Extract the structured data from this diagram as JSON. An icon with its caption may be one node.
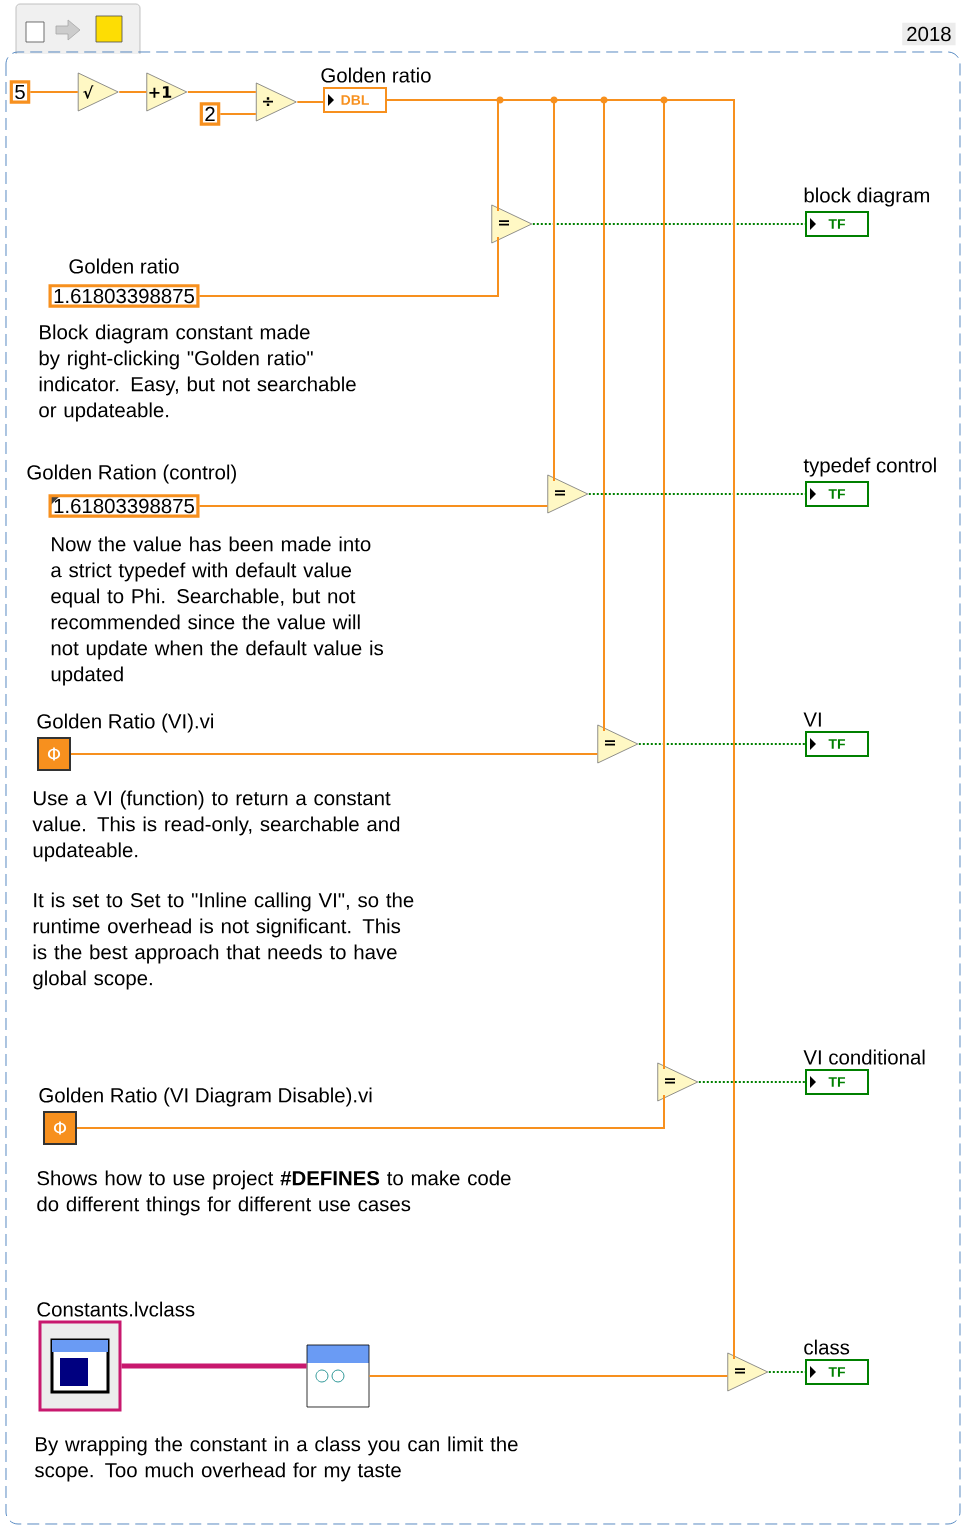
{
  "diagram": {
    "nodes": [
      {
        "text": [
          "5"
        ]
      },
      {
        "text": [
          "√"
        ]
      },
      {
        "text": [
          "+1"
        ]
      },
      {
        "text": [
          "2"
        ]
      },
      {
        "text": [
          "÷"
        ]
      },
      {
        "text": [
          "Golden ratio",
          "DBL"
        ]
      },
      {
        "text": [
          "Golden ratio",
          "1.61803398875"
        ],
        "beside": [
          "Block diagram constant made by right-clicking \"Golden ratio\" indicator. Easy, but not searchable or updateable."
        ]
      },
      {
        "text": [
          "="
        ]
      },
      {
        "text": [
          "block diagram",
          "TF"
        ]
      },
      {
        "text": [
          "Golden Ration (control)",
          "1.61803398875"
        ],
        "beside": [
          "Now the value has been made into a strict typedef with default value equal to Phi. Searchable, but not recommended since the value will not update when the default value is updated"
        ]
      },
      {
        "text": [
          "="
        ]
      },
      {
        "text": [
          "typedef control",
          "TF"
        ]
      },
      {
        "text": [
          "Golden Ratio (VI).vi",
          "Φ"
        ],
        "beside": [
          "Use a VI (function) to return a constant value. This is read-only, searchable and updateable.",
          "It is set to Set to \"Inline calling VI\", so the runtime overhead is not significant. This is the best approach that needs to have global scope."
        ]
      },
      {
        "text": [
          "="
        ]
      },
      {
        "text": [
          "VI",
          "TF"
        ]
      },
      {
        "text": [
          "Golden Ratio (VI Diagram Disable).vi",
          "Φ"
        ],
        "beside": [
          "Shows how to use project **#DEFINES** to make code do different things for different use cases"
        ]
      },
      {
        "text": [
          "="
        ]
      },
      {
        "text": [
          "VI conditional",
          "TF"
        ]
      },
      {
        "text": [
          "Constants.lvclass"
        ],
        "beside": [
          "By wrapping the constant in a class you can limit the scope. Too much overhead for my taste"
        ]
      },
      {
        "text": [],
        "shape": "box"
      },
      {
        "text": [
          "="
        ]
      },
      {
        "text": [
          "class",
          "TF"
        ]
      }
    ],
    "edges": [
      {
        "from": 0,
        "to": 1,
        "arrow": "none"
      },
      {
        "from": 1,
        "to": 2,
        "arrow": "none"
      },
      {
        "from": 2,
        "to": 4,
        "arrow": "none"
      },
      {
        "from": 3,
        "to": 4,
        "arrow": "none"
      },
      {
        "from": 4,
        "to": 5,
        "arrow": "none"
      },
      {
        "from": 5,
        "to": 7,
        "arrow": "none"
      },
      {
        "from": 6,
        "to": 7,
        "arrow": "none"
      },
      {
        "from": 7,
        "to": 8,
        "arrow": "none",
        "style": "dashed",
        "color": "#008000"
      },
      {
        "from": 5,
        "to": 10,
        "arrow": "none"
      },
      {
        "from": 9,
        "to": 10,
        "arrow": "none"
      },
      {
        "from": 10,
        "to": 11,
        "arrow": "none",
        "style": "dashed",
        "color": "#008000"
      },
      {
        "from": 5,
        "to": 13,
        "arrow": "none"
      },
      {
        "from": 12,
        "to": 13,
        "arrow": "none"
      },
      {
        "from": 13,
        "to": 14,
        "arrow": "none",
        "style": "dashed",
        "color": "#008000"
      },
      {
        "from": 5,
        "to": 16,
        "arrow": "none"
      },
      {
        "from": 15,
        "to": 16,
        "arrow": "none"
      },
      {
        "from": 16,
        "to": 17,
        "arrow": "none",
        "style": "dashed",
        "color": "#008000"
      },
      {
        "from": 5,
        "to": 20,
        "arrow": "none"
      },
      {
        "from": 18,
        "to": 19,
        "arrow": "none",
        "style": "thick",
        "color": "#c8186e"
      },
      {
        "from": 19,
        "to": 20,
        "arrow": "none"
      },
      {
        "from": 20,
        "to": 21,
        "arrow": "none",
        "style": "dashed",
        "color": "#008000"
      }
    ],
    "labels": [
      "2018"
    ]
  }
}
